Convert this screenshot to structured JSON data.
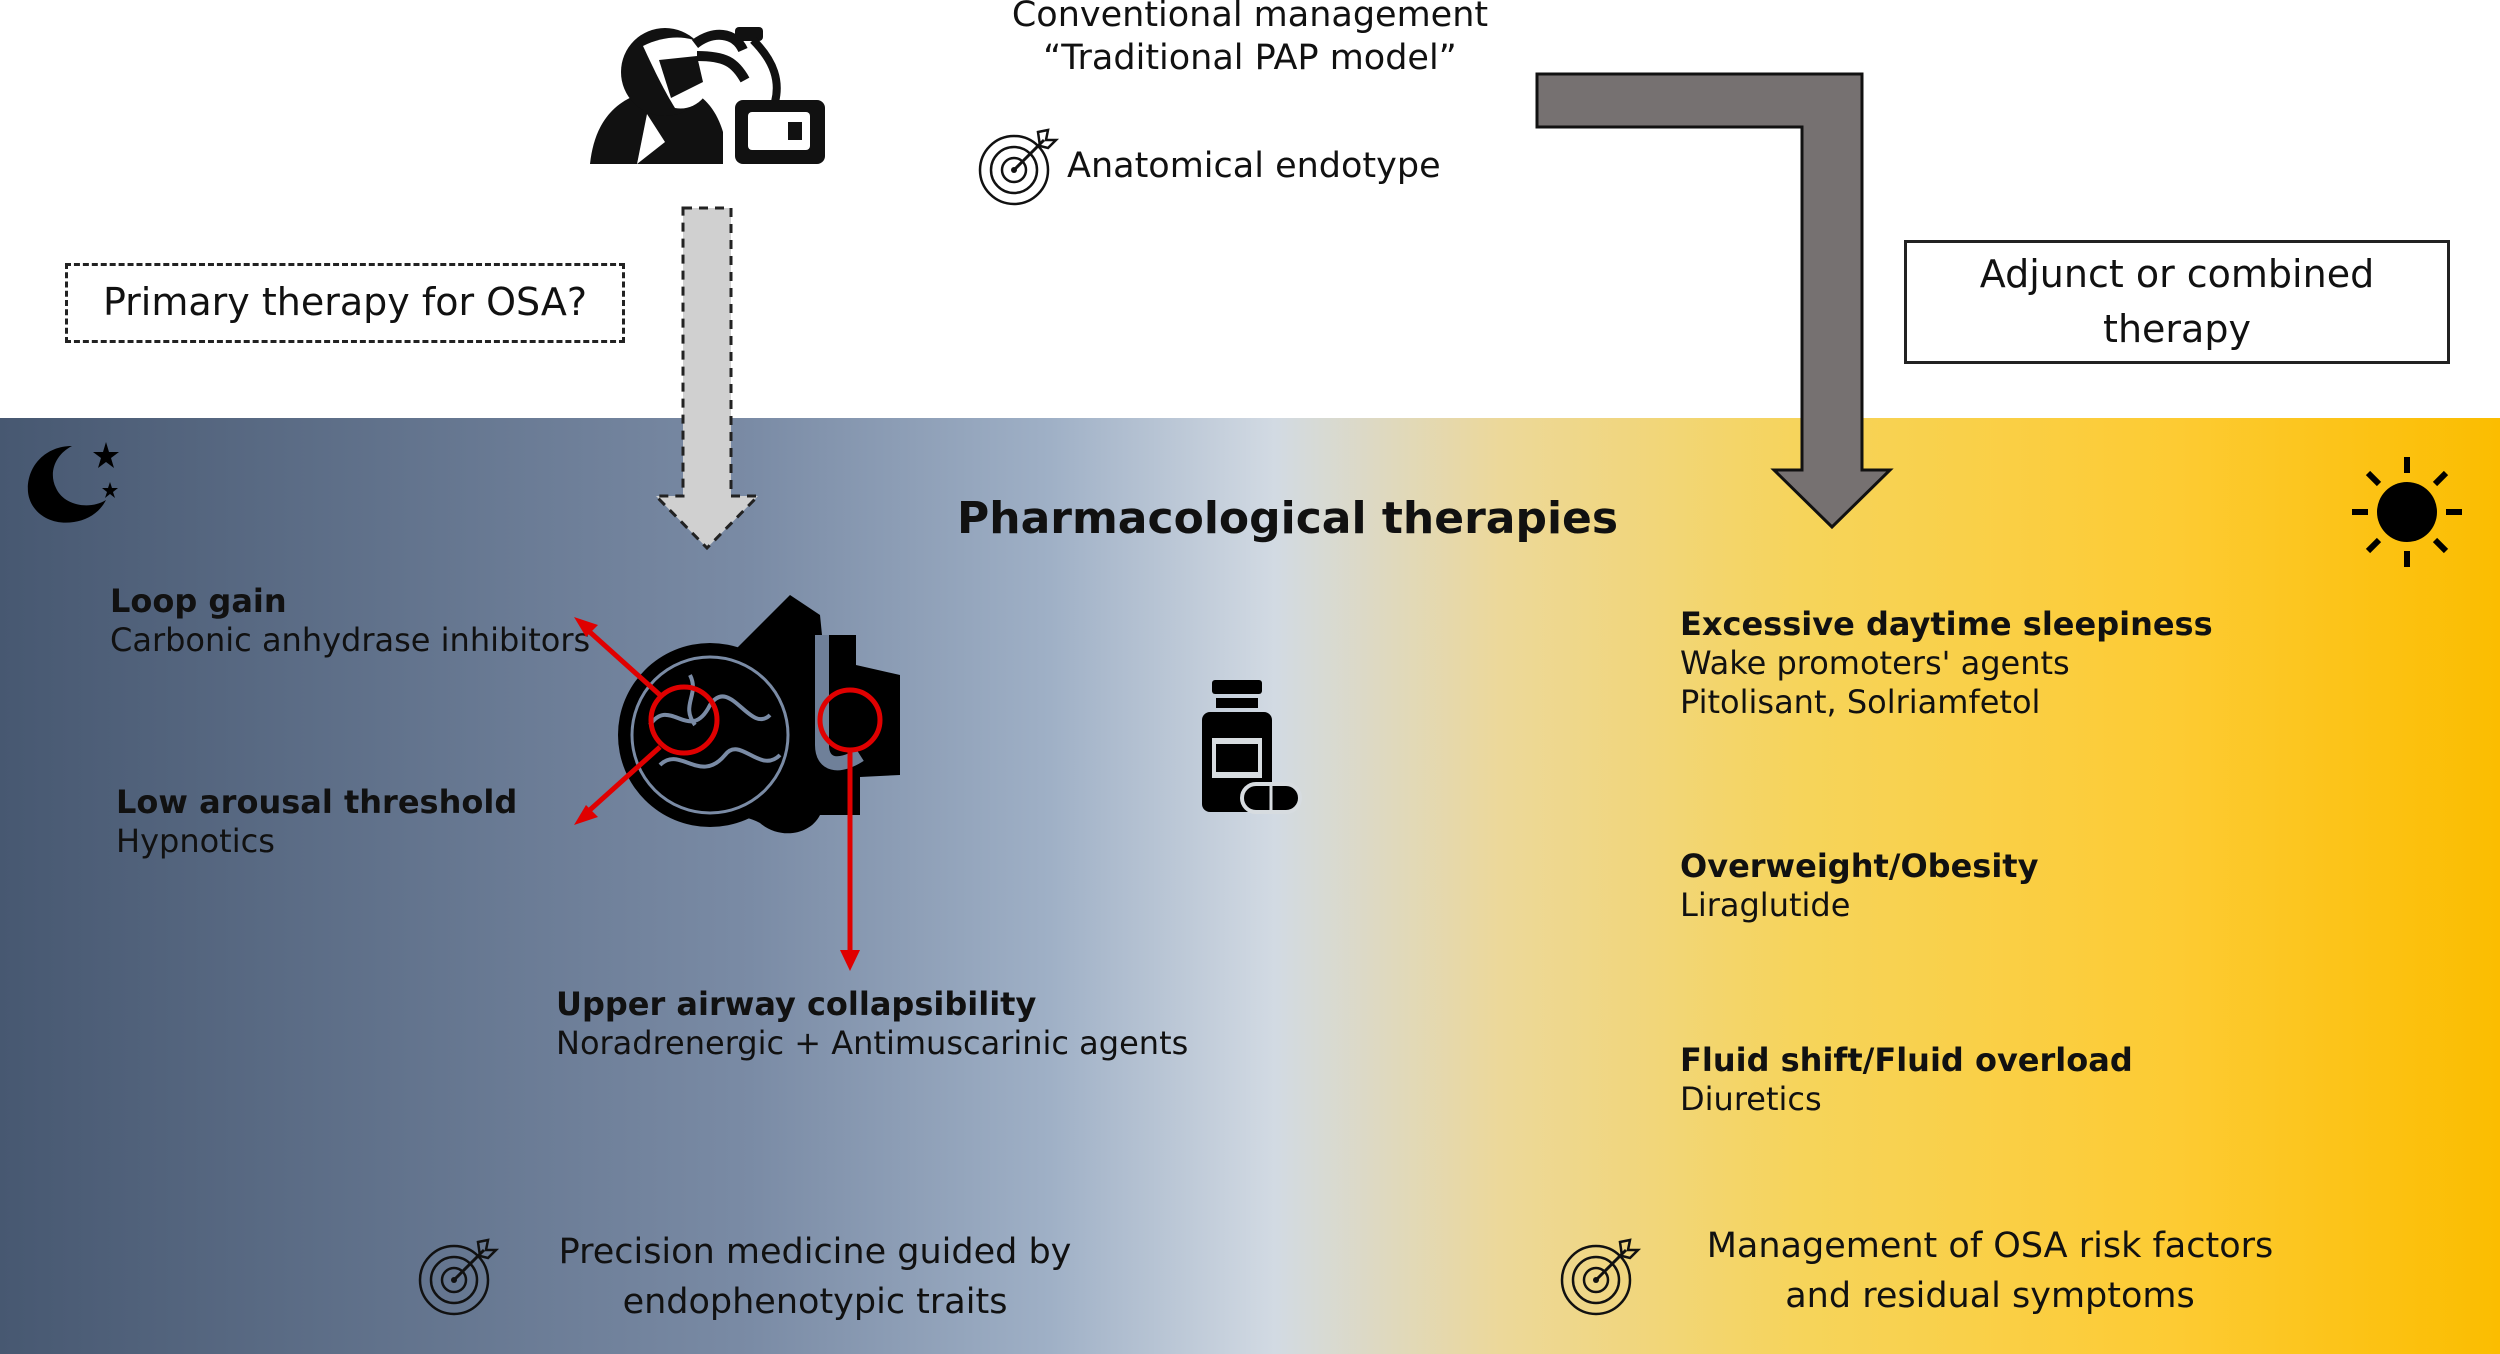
{
  "header": {
    "conventional_line1": "Conventional management",
    "conventional_line2": "“Traditional PAP model”",
    "anatomical_endotype": "Anatomical endotype"
  },
  "boxes": {
    "primary_therapy": "Primary therapy for OSA?",
    "adjunct_line1": "Adjunct or combined",
    "adjunct_line2": "therapy"
  },
  "band": {
    "title": "Pharmacological therapies"
  },
  "left_traits": [
    {
      "title": "Loop gain",
      "detail": "Carbonic anhydrase inhibitors"
    },
    {
      "title": "Low arousal threshold",
      "detail": "Hypnotics"
    },
    {
      "title": "Upper airway collapsibility",
      "detail": "Noradrenergic + Antimuscarinic agents"
    }
  ],
  "right_traits": [
    {
      "title": "Excessive daytime sleepiness",
      "detail": "Wake promoters' agents",
      "detail2": "Pitolisant, Solriamfetol"
    },
    {
      "title": "Overweight/Obesity",
      "detail": "Liraglutide"
    },
    {
      "title": "Fluid shift/Fluid overload",
      "detail": "Diuretics"
    }
  ],
  "footer": {
    "left_line1": "Precision medicine guided by",
    "left_line2": "endophenotypic traits",
    "right_line1": "Management of OSA risk factors",
    "right_line2": "and residual symptoms"
  },
  "icons": [
    "doctor-cpap-icon",
    "target-icon",
    "moon-stars-icon",
    "sun-icon",
    "head-airway-icon",
    "pill-bottle-icon"
  ],
  "colors": {
    "highlight_red": "#e00000",
    "gray_arrow": "#767171",
    "dashed_arrow": "#d0d0d0",
    "band_left": "#475871",
    "band_right": "#fbbd00"
  }
}
